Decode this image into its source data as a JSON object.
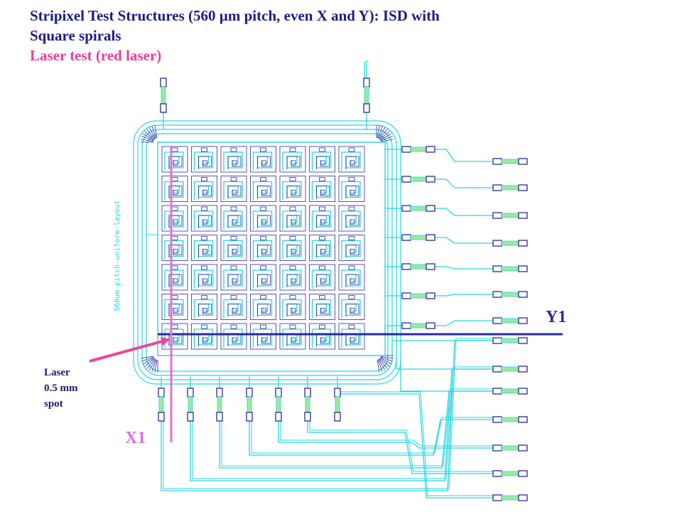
{
  "title": {
    "line1": "Stripixel Test Structures (560 µm pitch, even X and Y): ISD with",
    "line2": "Square spirals",
    "line3": "Laser test (red laser)"
  },
  "labels": {
    "y1": "Y1",
    "x1": "X1",
    "laser_line1": "Laser",
    "laser_line2": "0.5 mm",
    "laser_line3": "spot",
    "layout_text": "560um-pitch-uniform-layout"
  },
  "colors": {
    "trace": "#26d6e0",
    "pad_outline": "#2a2aa0",
    "pad_fill": "#9ee89e",
    "laser_arrow": "#f0439a",
    "x1_line": "#e070d8",
    "y1_line": "#2a2aa0"
  },
  "grid": {
    "rows": 7,
    "cols": 7
  }
}
